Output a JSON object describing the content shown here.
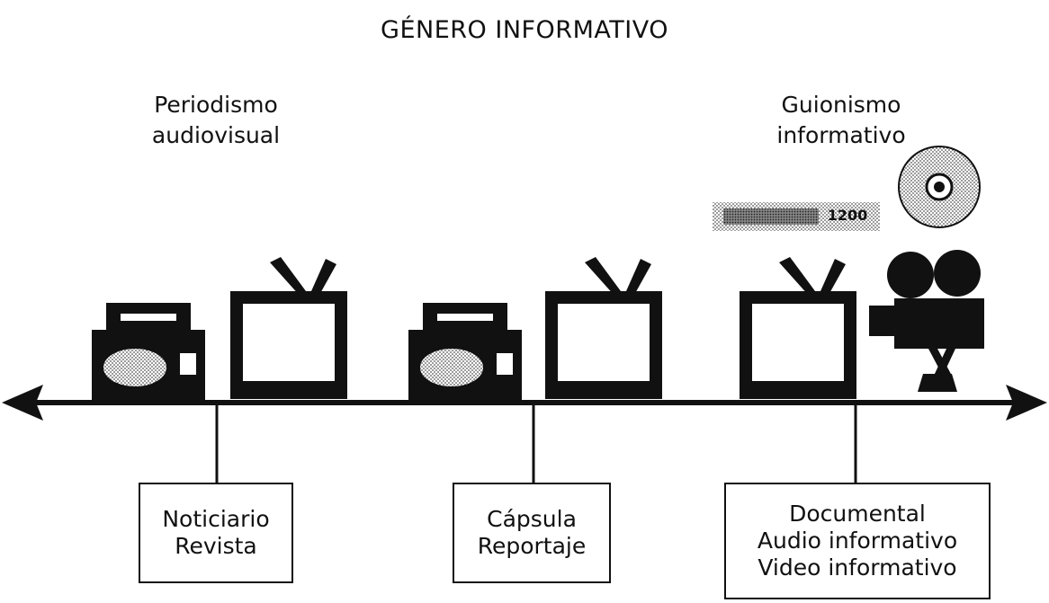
{
  "title": "GÉNERO INFORMATIVO",
  "left_heading": {
    "line1": "Periodismo",
    "line2": "audiovisual"
  },
  "right_heading": {
    "line1": "Guionismo",
    "line2": "informativo"
  },
  "tape_counter": "1200",
  "boxes": [
    {
      "line1": "Noticiario",
      "line2": "Revista"
    },
    {
      "line1": "Cápsula",
      "line2": "Reportaje"
    },
    {
      "line1": "Documental",
      "line2": "Audio informativo",
      "line3": "Video informativo"
    }
  ],
  "icons": [
    "radio-icon",
    "television-icon",
    "radio-icon",
    "television-icon",
    "television-icon",
    "film-camera-icon",
    "tape-icon",
    "disc-icon"
  ]
}
